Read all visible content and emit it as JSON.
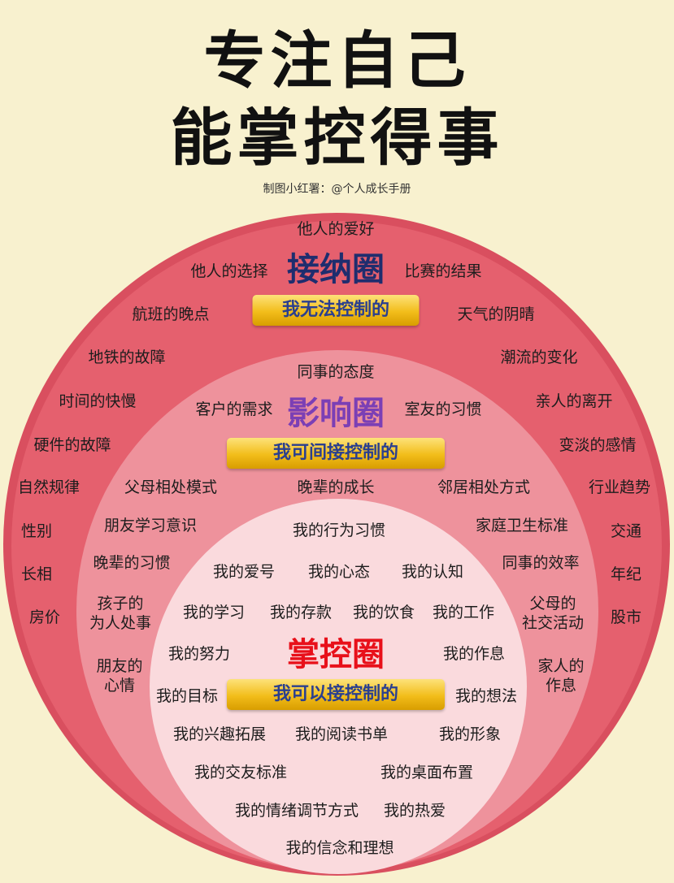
{
  "title_line1": "专注自己",
  "title_line2": "能掌控得事",
  "subtitle": "制图小红署：@个人成长手册",
  "colors": {
    "background": "#f8f1cf",
    "outer": "#e5606e",
    "middle": "#ee929c",
    "inner": "#fadadd",
    "outer_title": "#1f2d6e",
    "middle_title": "#7b3fb5",
    "inner_title": "#e8101a",
    "badge_text": "#2a3f8f"
  },
  "outer": {
    "title": "接纳圈",
    "badge": "我无法控制的",
    "items": [
      "他人的爱好",
      "他人的选择",
      "比赛的结果",
      "航班的晚点",
      "天气的阴晴",
      "地铁的故障",
      "潮流的变化",
      "时间的快慢",
      "亲人的离开",
      "硬件的故障",
      "变淡的感情",
      "自然规律",
      "行业趋势",
      "性别",
      "交通",
      "长相",
      "年纪",
      "房价",
      "股市"
    ]
  },
  "middle": {
    "title": "影响圈",
    "badge": "我可间接控制的",
    "items": [
      "同事的态度",
      "客户的需求",
      "室友的习惯",
      "父母相处模式",
      "晚辈的成长",
      "邻居相处方式",
      "朋友学习意识",
      "家庭卫生标准",
      "晚辈的习惯",
      "同事的效率",
      "孩子的\n为人处事",
      "父母的\n社交活动",
      "朋友的\n心情",
      "家人的\n作息"
    ]
  },
  "inner": {
    "title": "掌控圈",
    "badge": "我可以接控制的",
    "items": [
      "我的行为习惯",
      "我的爱号",
      "我的心态",
      "我的认知",
      "我的学习",
      "我的存款",
      "我的饮食",
      "我的工作",
      "我的努力",
      "我的作息",
      "我的目标",
      "我的想法",
      "我的兴趣拓展",
      "我的阅读书单",
      "我的形象",
      "我的交友标准",
      "我的桌面布置",
      "我的情绪调节方式",
      "我的热爱",
      "我的信念和理想"
    ]
  }
}
